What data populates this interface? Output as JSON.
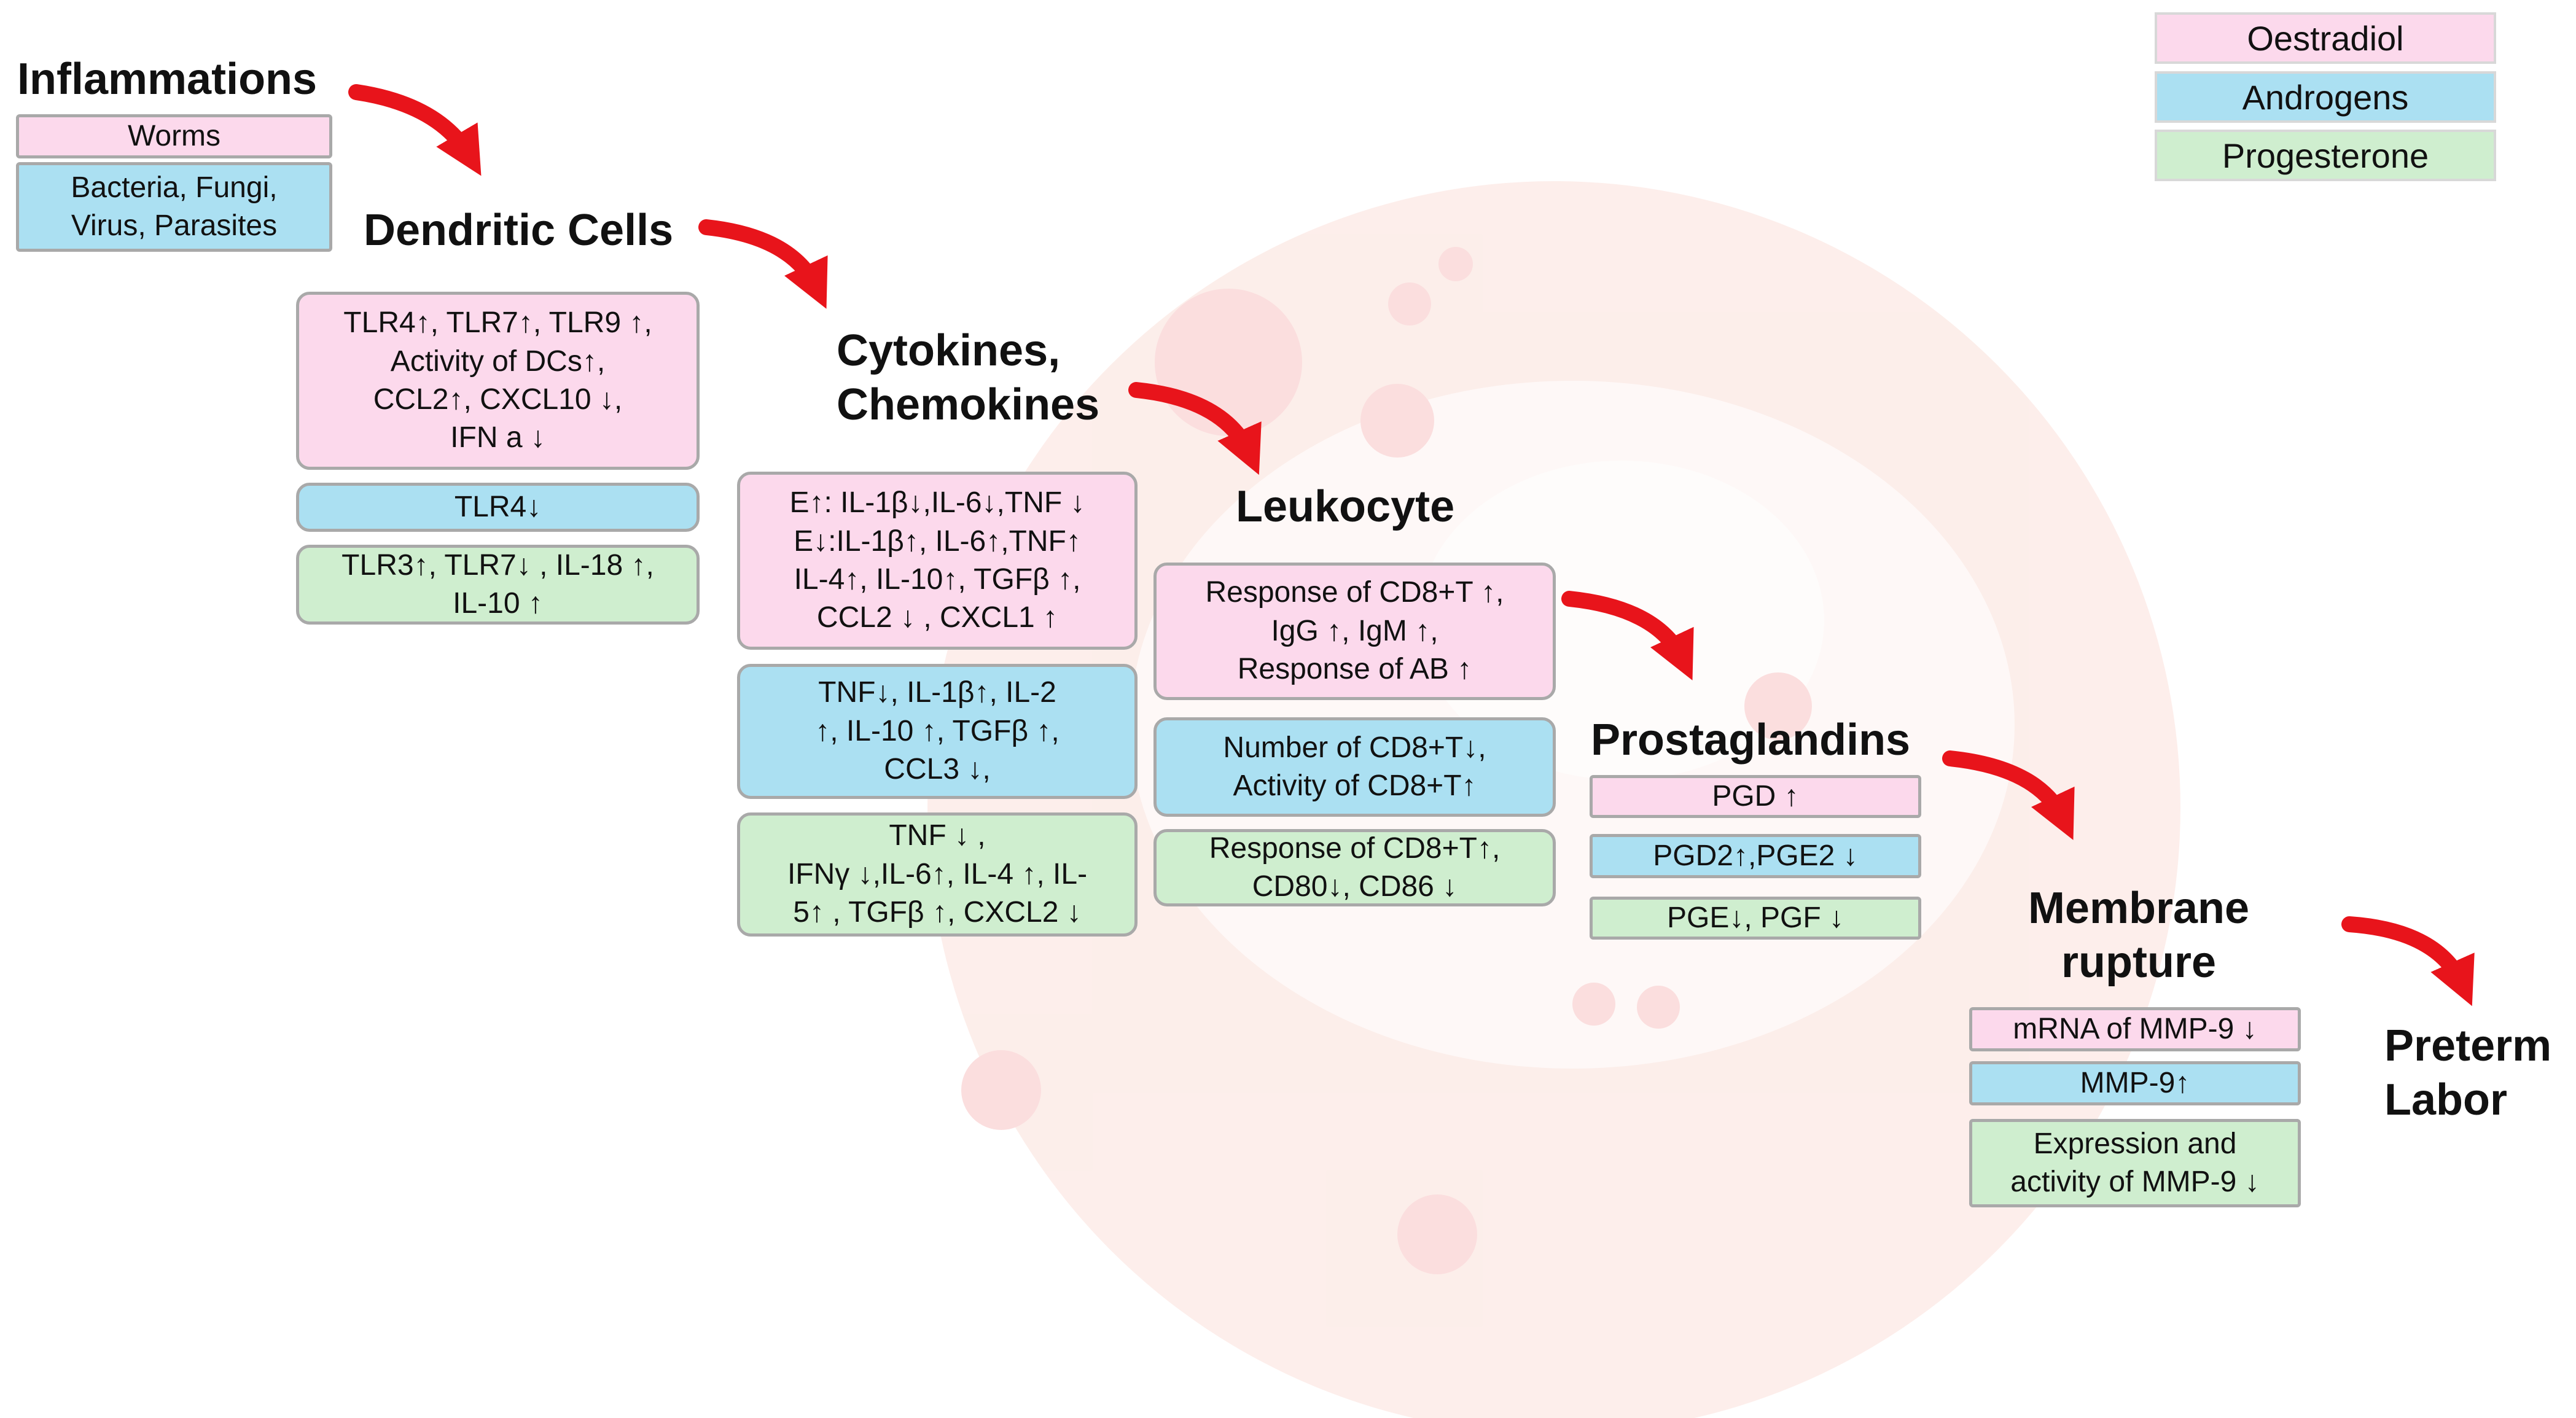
{
  "legend": [
    {
      "label": "Oestradiol",
      "color": "#fcd9ec"
    },
    {
      "label": "Androgens",
      "color": "#abe0f2"
    },
    {
      "label": "Progesterone",
      "color": "#cfeecf"
    }
  ],
  "stages": {
    "inflammations": {
      "title": "Inflammations",
      "oestradiol": "Worms",
      "androgens": "Bacteria, Fungi,\nVirus, Parasites"
    },
    "dendritic_cells": {
      "title": "Dendritic Cells",
      "oestradiol": "TLR4↑, TLR7↑, TLR9 ↑,\nActivity of DCs↑,\nCCL2↑, CXCL10 ↓,\nIFN a ↓",
      "androgens": "TLR4↓",
      "progesterone": "TLR3↑, TLR7↓ , IL-18 ↑,\nIL-10 ↑"
    },
    "cytokines": {
      "title_line1": "Cytokines,",
      "title_line2": "Chemokines",
      "oestradiol": "E↑: IL-1β↓,IL-6↓,TNF ↓\nE↓:IL-1β↑, IL-6↑,TNF↑\nIL-4↑,  IL-10↑, TGFβ ↑,\nCCL2 ↓ , CXCL1 ↑",
      "androgens": "TNF↓, IL-1β↑,  IL-2\n↑,  IL-10 ↑,  TGFβ ↑,\nCCL3 ↓,",
      "progesterone": "TNF ↓ ,\nIFNγ ↓,IL-6↑, IL-4 ↑, IL-\n5↑ , TGFβ ↑, CXCL2 ↓"
    },
    "leukocyte": {
      "title": "Leukocyte",
      "oestradiol": "Response of CD8+T ↑,\nIgG ↑, IgM ↑,\nResponse of AB ↑",
      "androgens": "Number of CD8+T↓,\nActivity of CD8+T↑",
      "progesterone": "Response of CD8+T↑,\nCD80↓, CD86 ↓"
    },
    "prostaglandins": {
      "title": "Prostaglandins",
      "oestradiol": "PGD ↑",
      "androgens": "PGD2↑,PGE2 ↓",
      "progesterone": "PGE↓, PGF ↓"
    },
    "membrane_rupture": {
      "title_line1": "Membrane",
      "title_line2": "rupture",
      "oestradiol": "mRNA of MMP-9 ↓",
      "androgens": "MMP-9↑",
      "progesterone": "Expression and\nactivity of MMP-9 ↓"
    },
    "preterm_labor": {
      "title_line1": "Preterm",
      "title_line2": "Labor"
    }
  },
  "colors": {
    "arrow": "#e8141b",
    "box_border": "#a9a9a9"
  }
}
